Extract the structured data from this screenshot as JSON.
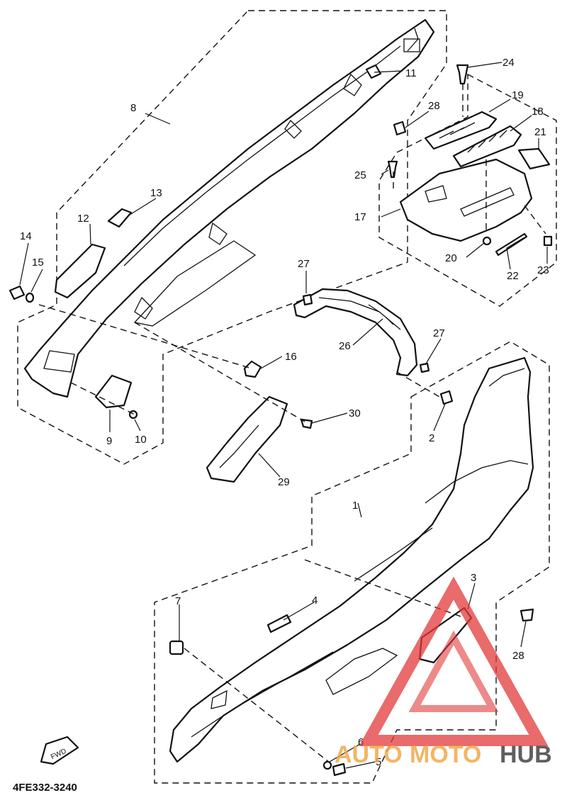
{
  "diagram_code": "4FE332-3240",
  "fwd_label": "FWD",
  "callouts": {
    "c1": "1",
    "c2": "2",
    "c3": "3",
    "c4": "4",
    "c5": "5",
    "c6": "6",
    "c7": "7",
    "c8": "8",
    "c9": "9",
    "c10": "10",
    "c11": "11",
    "c12": "12",
    "c13": "13",
    "c14": "14",
    "c15": "15",
    "c16": "16",
    "c17": "17",
    "c18": "18",
    "c19": "19",
    "c20": "20",
    "c21": "21",
    "c22": "22",
    "c23": "23",
    "c24": "24",
    "c25": "25",
    "c26": "26",
    "c27a": "27",
    "c27b": "27",
    "c28a": "28",
    "c28b": "28",
    "c29": "29",
    "c30": "30"
  },
  "watermark": {
    "part1": "AUTO",
    "part2": "MOTO",
    "part3": "HUB",
    "triangle_color": "#e23a3a",
    "accent_color": "#f2a94a"
  }
}
